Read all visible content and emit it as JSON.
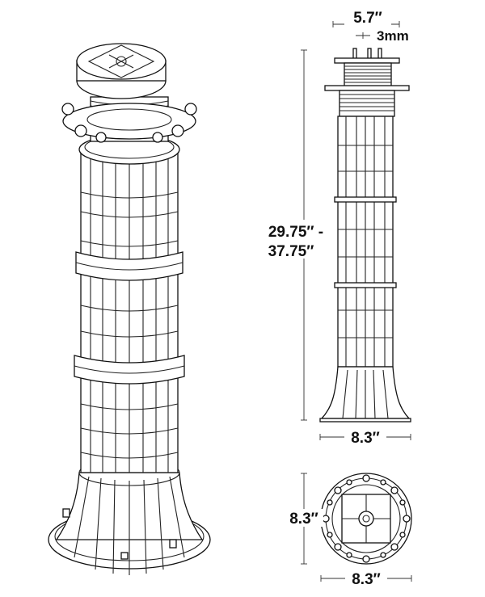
{
  "dimensions": {
    "top_width": "5.7″",
    "slot": "3mm",
    "height_range_line1": "29.75″ -",
    "height_range_line2": "37.75″",
    "base_width": "8.3″",
    "plan_height": "8.3″",
    "plan_width": "8.3″"
  },
  "colors": {
    "line": "#111111",
    "background": "#ffffff"
  }
}
